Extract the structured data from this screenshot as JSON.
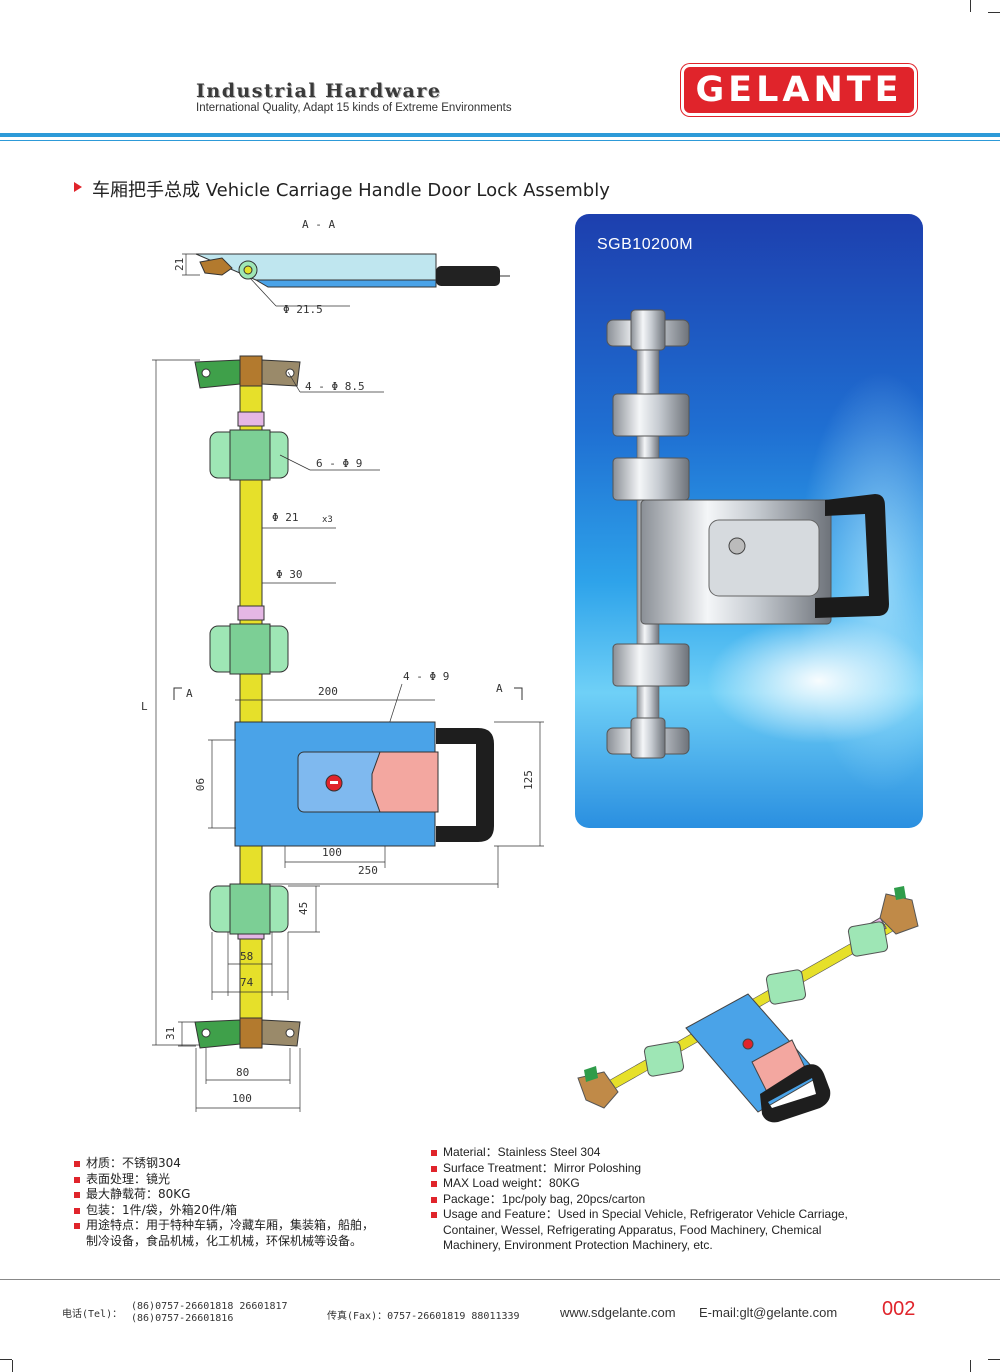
{
  "header": {
    "brand_title": "Industrial Hardware",
    "tagline": "International Quality, Adapt 15 kinds of Extreme Environments",
    "logo_text": "GELANTE"
  },
  "section": {
    "title": "车厢把手总成 Vehicle Carriage Handle Door Lock Assembly"
  },
  "drawing": {
    "section_label": "A - A",
    "dims": {
      "d21": "21",
      "phi215": "Φ 21.5",
      "holes85": "4 - Φ 8.5",
      "holes9_6": "6 - Φ 9",
      "phi21x3": "Φ 21",
      "x3": "x3",
      "phi30": "Φ 30",
      "holes9_4": "4 - Φ 9",
      "d200": "200",
      "a_left": "A",
      "a_right": "A",
      "L": "L",
      "d90": "90",
      "d125": "125",
      "d100a": "100",
      "d250": "250",
      "d45": "45",
      "d58": "58",
      "d74": "74",
      "d31": "31",
      "d80": "80",
      "d100b": "100"
    }
  },
  "photo": {
    "model": "SGB10200M"
  },
  "specs_cn": [
    "材质：不锈钢304",
    "表面处理：镜光",
    "最大静载荷：80KG",
    "包装：1件/袋，外箱20件/箱",
    "用途特点：用于特种车辆，冷藏车厢，集装箱，船舶，",
    "制冷设备，食品机械，化工机械，环保机械等设备。"
  ],
  "specs_en": [
    "Material：Stainless Steel 304",
    "Surface Treatment：Mirror Poloshing",
    "MAX Load weight：80KG",
    "Package：1pc/poly bag,  20pcs/carton",
    "Usage and Feature：Used in Special Vehicle, Refrigerator Vehicle Carriage,",
    "Container, Wessel, Refrigerating Apparatus, Food Machinery, Chemical",
    "Machinery, Environment Protection Machinery, etc."
  ],
  "footer": {
    "tel_label": "电话(Tel)：",
    "tel_1": "(86)0757-26601818  26601817",
    "tel_2": "(86)0757-26601816",
    "fax": "传真(Fax)：0757-26601819 88011339",
    "website": "www.sdgelante.com",
    "email": "E-mail:glt@gelante.com",
    "page": "002"
  },
  "colors": {
    "brand_red": "#e0242b",
    "rule_blue": "#2d9ad8",
    "part_blue": "#4aa3e8",
    "rod_yellow": "#e6e02a",
    "bracket_green": "#9ee6b5"
  }
}
